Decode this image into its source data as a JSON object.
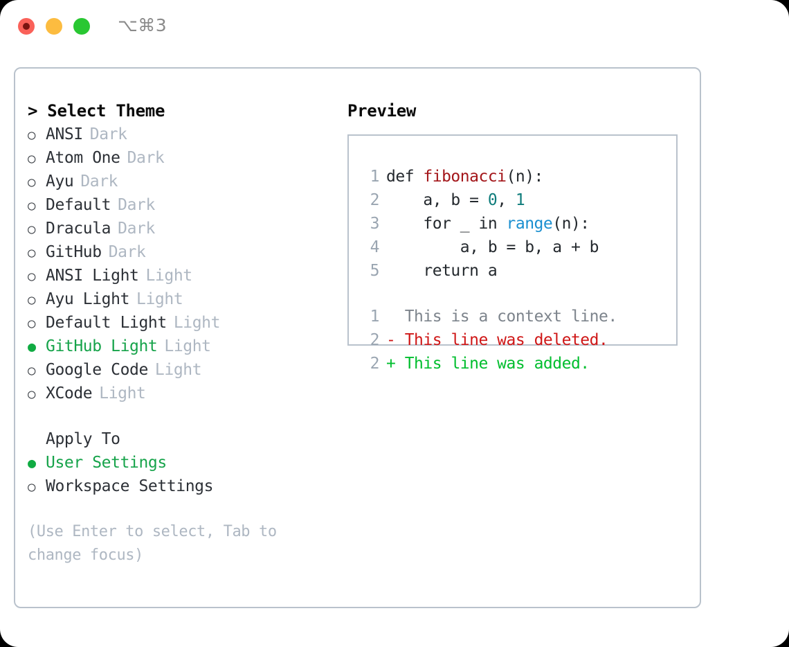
{
  "titlebar": {
    "shortcut": "⌥⌘3",
    "buttons": {
      "close": "close",
      "minimize": "minimize",
      "maximize": "maximize"
    }
  },
  "left": {
    "header": "> Select Theme",
    "themes": [
      {
        "bullet": "○",
        "name": "ANSI",
        "tag": "Dark",
        "selected": false
      },
      {
        "bullet": "○",
        "name": "Atom One",
        "tag": "Dark",
        "selected": false
      },
      {
        "bullet": "○",
        "name": "Ayu",
        "tag": "Dark",
        "selected": false
      },
      {
        "bullet": "○",
        "name": "Default",
        "tag": "Dark",
        "selected": false
      },
      {
        "bullet": "○",
        "name": "Dracula",
        "tag": "Dark",
        "selected": false
      },
      {
        "bullet": "○",
        "name": "GitHub",
        "tag": "Dark",
        "selected": false
      },
      {
        "bullet": "○",
        "name": "ANSI Light",
        "tag": "Light",
        "selected": false
      },
      {
        "bullet": "○",
        "name": "Ayu Light",
        "tag": "Light",
        "selected": false
      },
      {
        "bullet": "○",
        "name": "Default Light",
        "tag": "Light",
        "selected": false
      },
      {
        "bullet": "●",
        "name": "GitHub Light",
        "tag": "Light",
        "selected": true
      },
      {
        "bullet": "○",
        "name": "Google Code",
        "tag": "Light",
        "selected": false
      },
      {
        "bullet": "○",
        "name": "XCode",
        "tag": "Light",
        "selected": false
      }
    ],
    "apply_to": {
      "heading": "Apply To",
      "options": [
        {
          "bullet": "●",
          "name": "User Settings",
          "selected": true
        },
        {
          "bullet": "○",
          "name": "Workspace Settings",
          "selected": false
        }
      ]
    },
    "hint": "(Use Enter to select, Tab to change focus)"
  },
  "right": {
    "title": "Preview",
    "code_lines": [
      {
        "no": "1",
        "segments": [
          {
            "text": "def ",
            "style": "plain"
          },
          {
            "text": "fibonacci",
            "style": "fn"
          },
          {
            "text": "(n):",
            "style": "plain"
          }
        ]
      },
      {
        "no": "2",
        "segments": [
          {
            "text": "    a, b = ",
            "style": "plain"
          },
          {
            "text": "0",
            "style": "num"
          },
          {
            "text": ", ",
            "style": "plain"
          },
          {
            "text": "1",
            "style": "num"
          }
        ]
      },
      {
        "no": "3",
        "segments": [
          {
            "text": "    for _ in ",
            "style": "plain"
          },
          {
            "text": "range",
            "style": "call"
          },
          {
            "text": "(n):",
            "style": "plain"
          }
        ]
      },
      {
        "no": "4",
        "segments": [
          {
            "text": "        a, b = b, a + b",
            "style": "plain"
          }
        ]
      },
      {
        "no": "5",
        "segments": [
          {
            "text": "    return a",
            "style": "plain"
          }
        ]
      }
    ],
    "diff_lines": [
      {
        "no": "1",
        "marker": "  ",
        "text": "This is a context line.",
        "kind": "context"
      },
      {
        "no": "2",
        "marker": "- ",
        "text": "This line was deleted.",
        "kind": "deleted"
      },
      {
        "no": "2",
        "marker": "+ ",
        "text": "This line was added.",
        "kind": "added"
      }
    ]
  },
  "colors": {
    "selection_green": "#16a34a",
    "tag_gray": "#aeb7c2",
    "panel_border": "#b9c2cc",
    "fn_red": "#a3161a",
    "num_teal": "#0e7c7b",
    "call_blue": "#1a8fd0",
    "diff_deleted": "#cf1717",
    "diff_added": "#00be2e",
    "traffic_close": "#fa6159",
    "traffic_minimize": "#fcbc40",
    "traffic_maximize": "#29c732"
  }
}
